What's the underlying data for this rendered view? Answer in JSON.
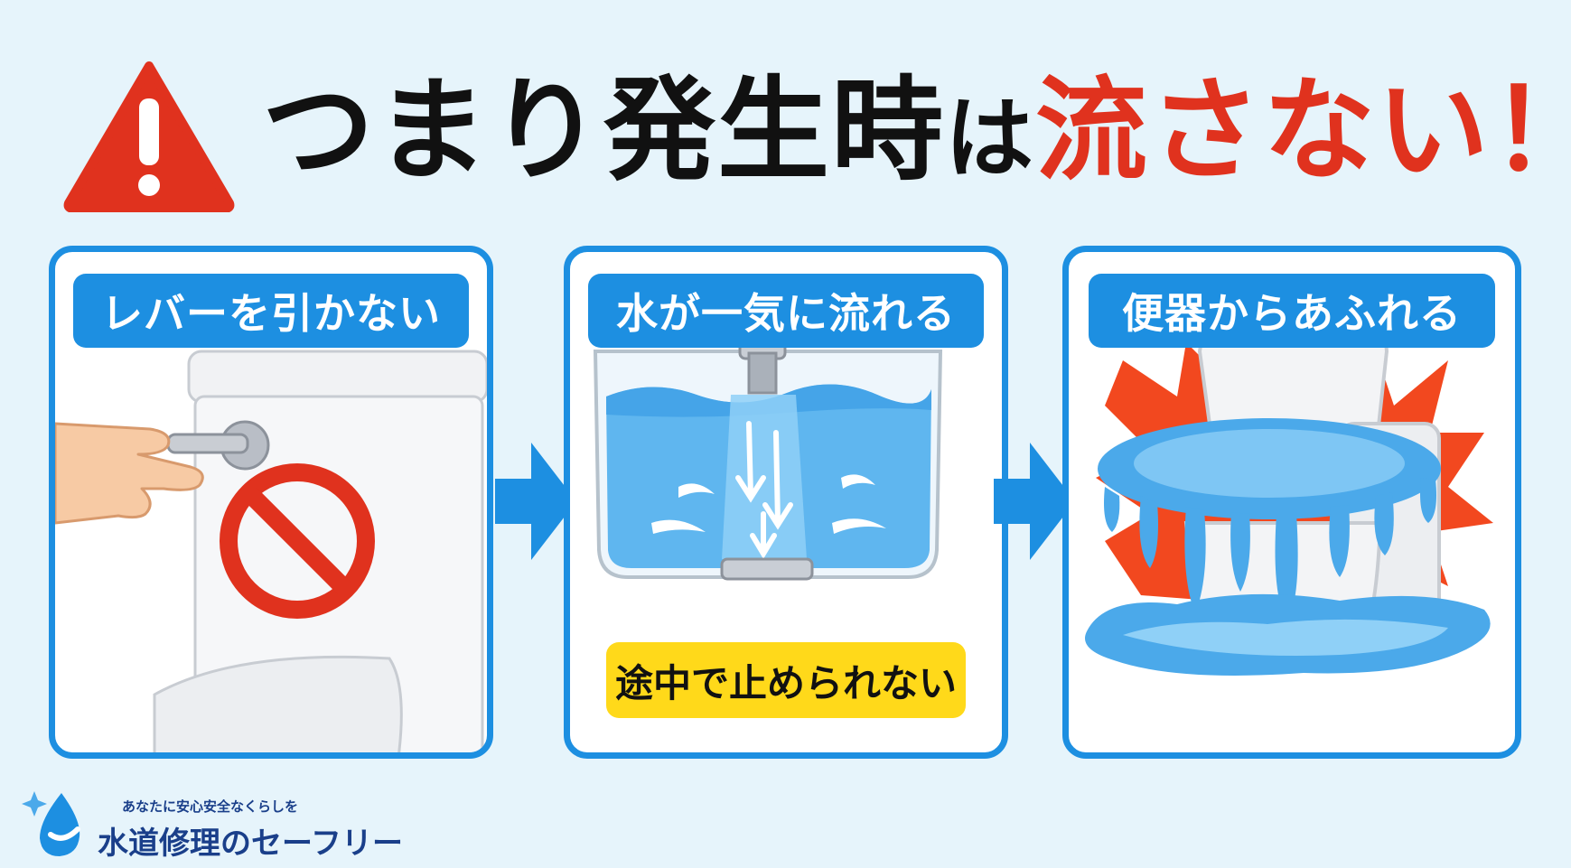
{
  "headline": {
    "part_main": "つまり発生時",
    "part_particle": "は",
    "part_alert": "流さない！",
    "warning_icon": "warning-triangle-icon"
  },
  "colors": {
    "brand_blue": "#1d8fe1",
    "alert_red": "#e0321e",
    "caption_yellow": "#ffd91a",
    "background": "#e6f4fb"
  },
  "steps": [
    {
      "label": "レバーを引かない",
      "icon": "no-entry-icon"
    },
    {
      "label": "水が一気に流れる",
      "caption": "途中で止められない"
    },
    {
      "label": "便器からあふれる"
    }
  ],
  "logo": {
    "tagline": "あなたに安心安全なくらしを",
    "name": "水道修理のセーフリー",
    "icon": "water-drop-logo-icon"
  }
}
